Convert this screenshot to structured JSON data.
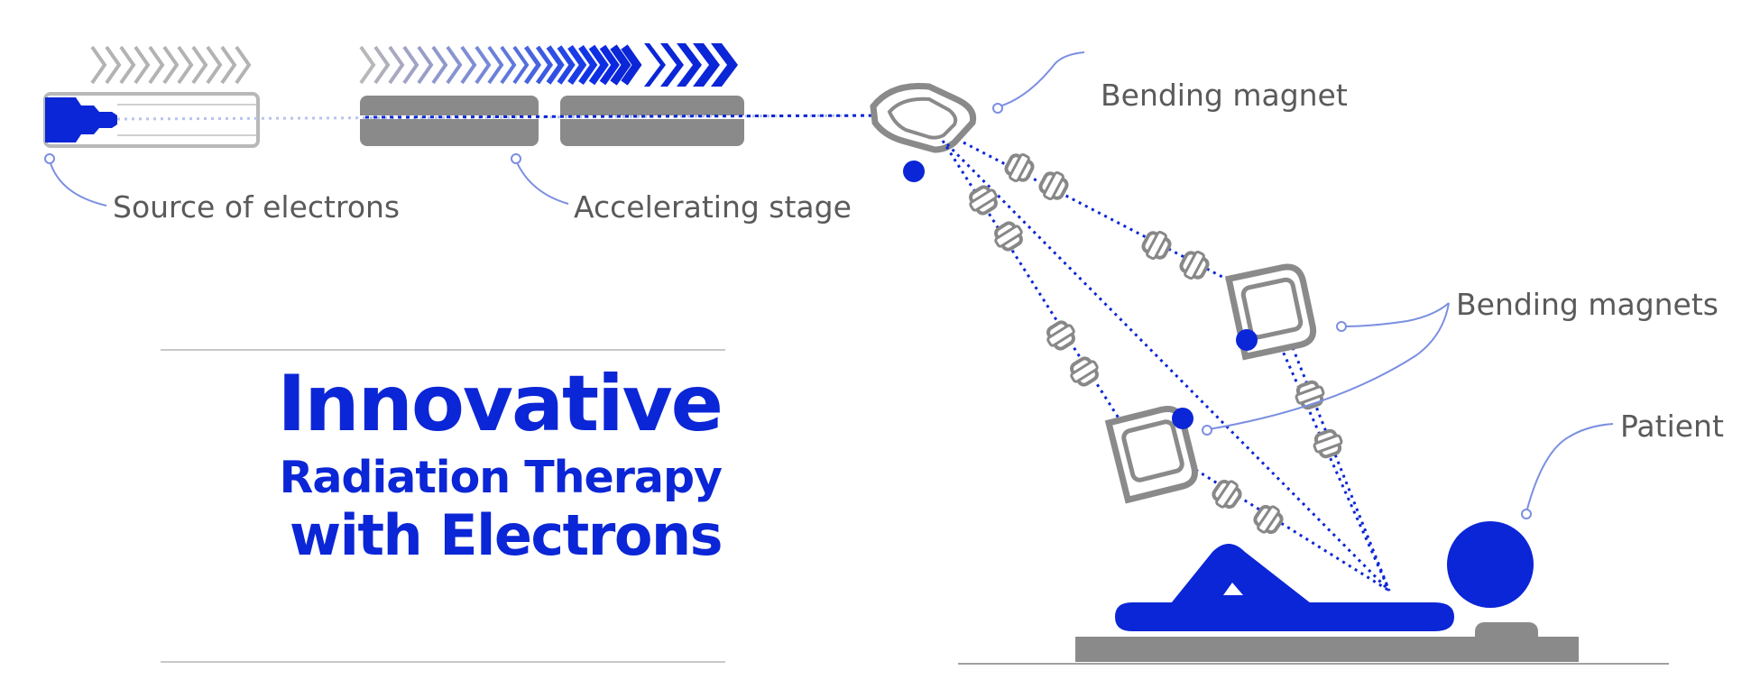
{
  "title": {
    "line1": "Innovative",
    "line2": "Radiation Therapy",
    "line3": "with Electrons"
  },
  "labels": {
    "source": "Source of electrons",
    "accelerating": "Accelerating stage",
    "bending_magnet": "Bending magnet",
    "bending_magnets": "Bending magnets",
    "patient": "Patient"
  },
  "colors": {
    "accent_blue": "#0b26d6",
    "gray": "#8c8c8c",
    "dark_gray": "#6e6e6e",
    "label_text": "#5a5a5a",
    "background": "#ffffff"
  }
}
